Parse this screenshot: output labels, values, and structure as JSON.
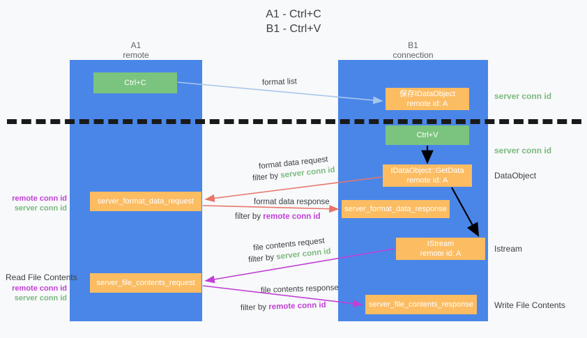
{
  "title": "A1 - Ctrl+C\nB1 - Ctrl+V",
  "lanes": [
    {
      "name": "a1",
      "header": "A1\nremote"
    },
    {
      "name": "b1",
      "header": "B1\nconnection"
    }
  ],
  "nodes": {
    "ctrl_c": "Ctrl+C",
    "save_dataobject": "保存IDataObject\nremote id: A",
    "ctrl_v": "Ctrl+V",
    "getdata": "IDataObject::GetData\nremote id: A",
    "server_format_data_request": "server_format_data_request",
    "server_format_data_response": "server_format_data_response",
    "istream": "IStream\nremote id: A",
    "server_file_contents_request": "server_file_contents_request",
    "server_file_contents_response": "server_file_contents_response"
  },
  "edges": {
    "format_list": "format list",
    "format_data_request": "format data request",
    "format_data_request_filter_prefix": "filter by ",
    "format_data_request_filter_value": "server conn id",
    "format_data_response": "format data response",
    "format_data_response_filter_prefix": "filter by ",
    "format_data_response_filter_value": "remote conn id",
    "file_contents_request": "file contents request",
    "file_contents_request_filter_prefix": "filter by ",
    "file_contents_request_filter_value": "server conn id",
    "file_contents_response": "file contents response",
    "file_contents_response_filter_prefix": "filter by ",
    "file_contents_response_filter_value": "remote conn id"
  },
  "annotations": {
    "server_conn_id_top": "server conn id",
    "server_conn_id_mid": "server conn id",
    "dataobject": "DataObject",
    "istream": "Istream",
    "write_file_contents": "Write File Contents",
    "read_file_contents": "Read File Contents",
    "remote_conn_id": "remote conn id",
    "server_conn_id": "server conn id"
  },
  "colors": {
    "lane": "#4a86e8",
    "green_node": "#7bc47f",
    "orange_node": "#fbbc62",
    "server_conn_id": "#7bb97f",
    "remote_conn_id": "#c13fd6",
    "arrow_blue": "#a8c7ec",
    "arrow_red": "#e8746a",
    "arrow_magenta": "#c13fd6",
    "arrow_black": "#000000",
    "background": "#f8f9fa"
  }
}
